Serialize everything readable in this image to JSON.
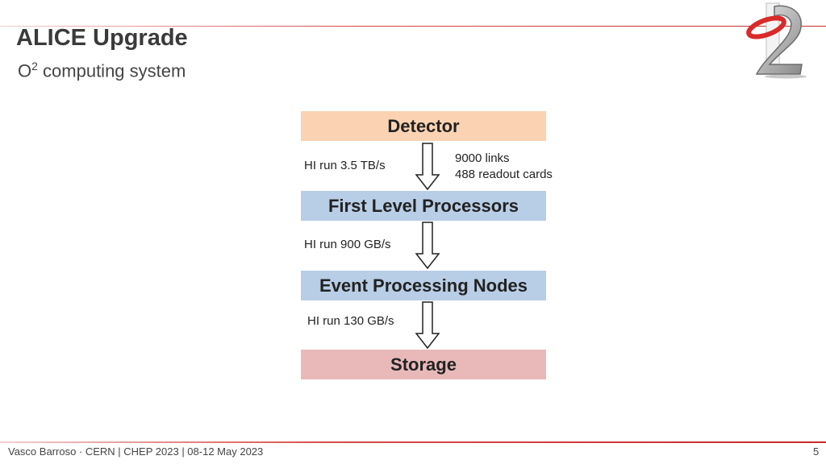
{
  "header": {
    "title": "ALICE Upgrade",
    "subtitle_prefix": "O",
    "subtitle_sup": "2",
    "subtitle_rest": " computing system",
    "logo_icon": "o2-logo-icon"
  },
  "diagram": {
    "boxes": {
      "detector": "Detector",
      "flp": "First Level Processors",
      "epn": "Event Processing Nodes",
      "storage": "Storage"
    },
    "links": {
      "detector_to_flp_rate": "HI run 3.5 TB/s",
      "detector_links": "9000 links",
      "detector_cards": "488 readout cards",
      "flp_to_epn_rate": "HI run 900 GB/s",
      "epn_to_storage_rate": "HI run 130 GB/s"
    },
    "colors": {
      "detector": "#fbd3b2",
      "processors": "#b8cde6",
      "storage": "#e9b9ba",
      "accent_line": "#c72b2b"
    }
  },
  "footer": {
    "text": "Vasco Barroso · CERN | CHEP 2023 | 08-12 May 2023",
    "page": "5"
  }
}
